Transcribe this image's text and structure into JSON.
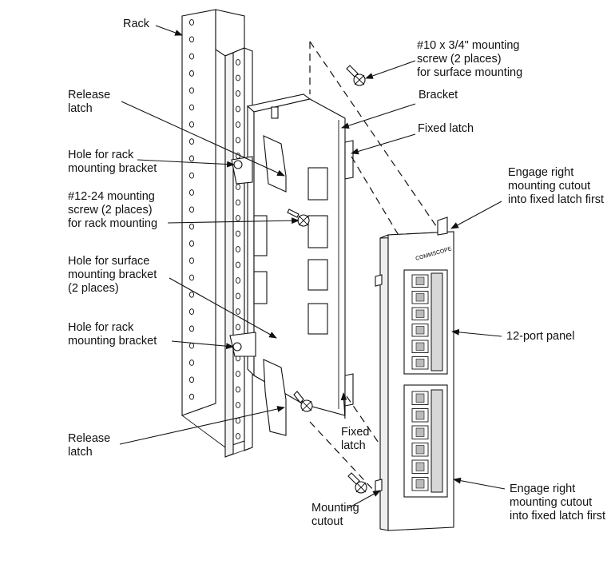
{
  "labels": {
    "rack": [
      "Rack"
    ],
    "release_latch_top": [
      "Release",
      "latch"
    ],
    "hole_rack_top": [
      "Hole for rack",
      "mounting bracket"
    ],
    "screw_12_24": [
      "#12-24 mounting",
      "screw (2 places)",
      "for rack mounting"
    ],
    "hole_surface": [
      "Hole for surface",
      "mounting bracket",
      "(2 places)"
    ],
    "hole_rack_bottom": [
      "Hole for rack",
      "mounting bracket"
    ],
    "release_latch_bottom": [
      "Release",
      "latch"
    ],
    "screw_10": [
      "#10 x 3/4\" mounting",
      "screw (2 places)",
      "for surface mounting"
    ],
    "bracket": [
      "Bracket"
    ],
    "fixed_latch_top": [
      "Fixed latch"
    ],
    "engage_top": [
      "Engage right",
      "mounting cutout",
      "into fixed latch first"
    ],
    "panel_12_port": [
      "12-port panel"
    ],
    "fixed_latch_bottom": [
      "Fixed",
      "latch"
    ],
    "mounting_cutout": [
      "Mounting",
      "cutout"
    ],
    "engage_bottom": [
      "Engage right",
      "mounting cutout",
      "into fixed latch first"
    ]
  },
  "brand": "COMMSCOPE"
}
